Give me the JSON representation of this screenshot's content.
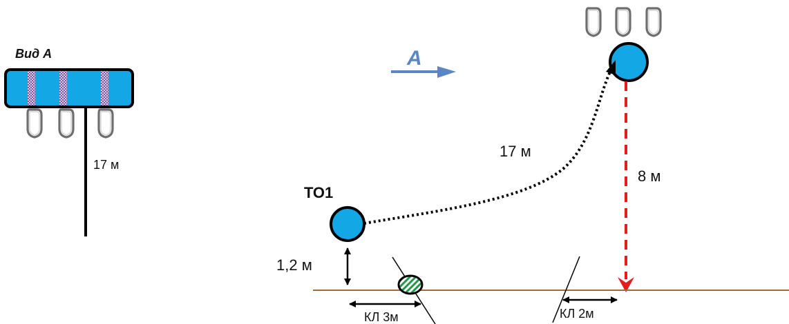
{
  "view_a": {
    "title": "Вид А",
    "rope_label": "17 м"
  },
  "arrow_a": {
    "label": "А"
  },
  "diagram": {
    "to1_label": "ТО1",
    "traverse_label": "17 м",
    "height_label": "1,2 м",
    "drop_label": "8 м",
    "kl_left_label": "КЛ 3м",
    "kl_right_label": "КЛ 2м"
  },
  "colors": {
    "anchor_fill": "#14a7e6",
    "sling_fill": "#14a7e6",
    "sling_band": "#8d6ba8",
    "arrow_blue": "#5b86c6",
    "drop_red": "#e41c1c",
    "ground": "#a0693a",
    "hatched": "#1f9a46"
  }
}
